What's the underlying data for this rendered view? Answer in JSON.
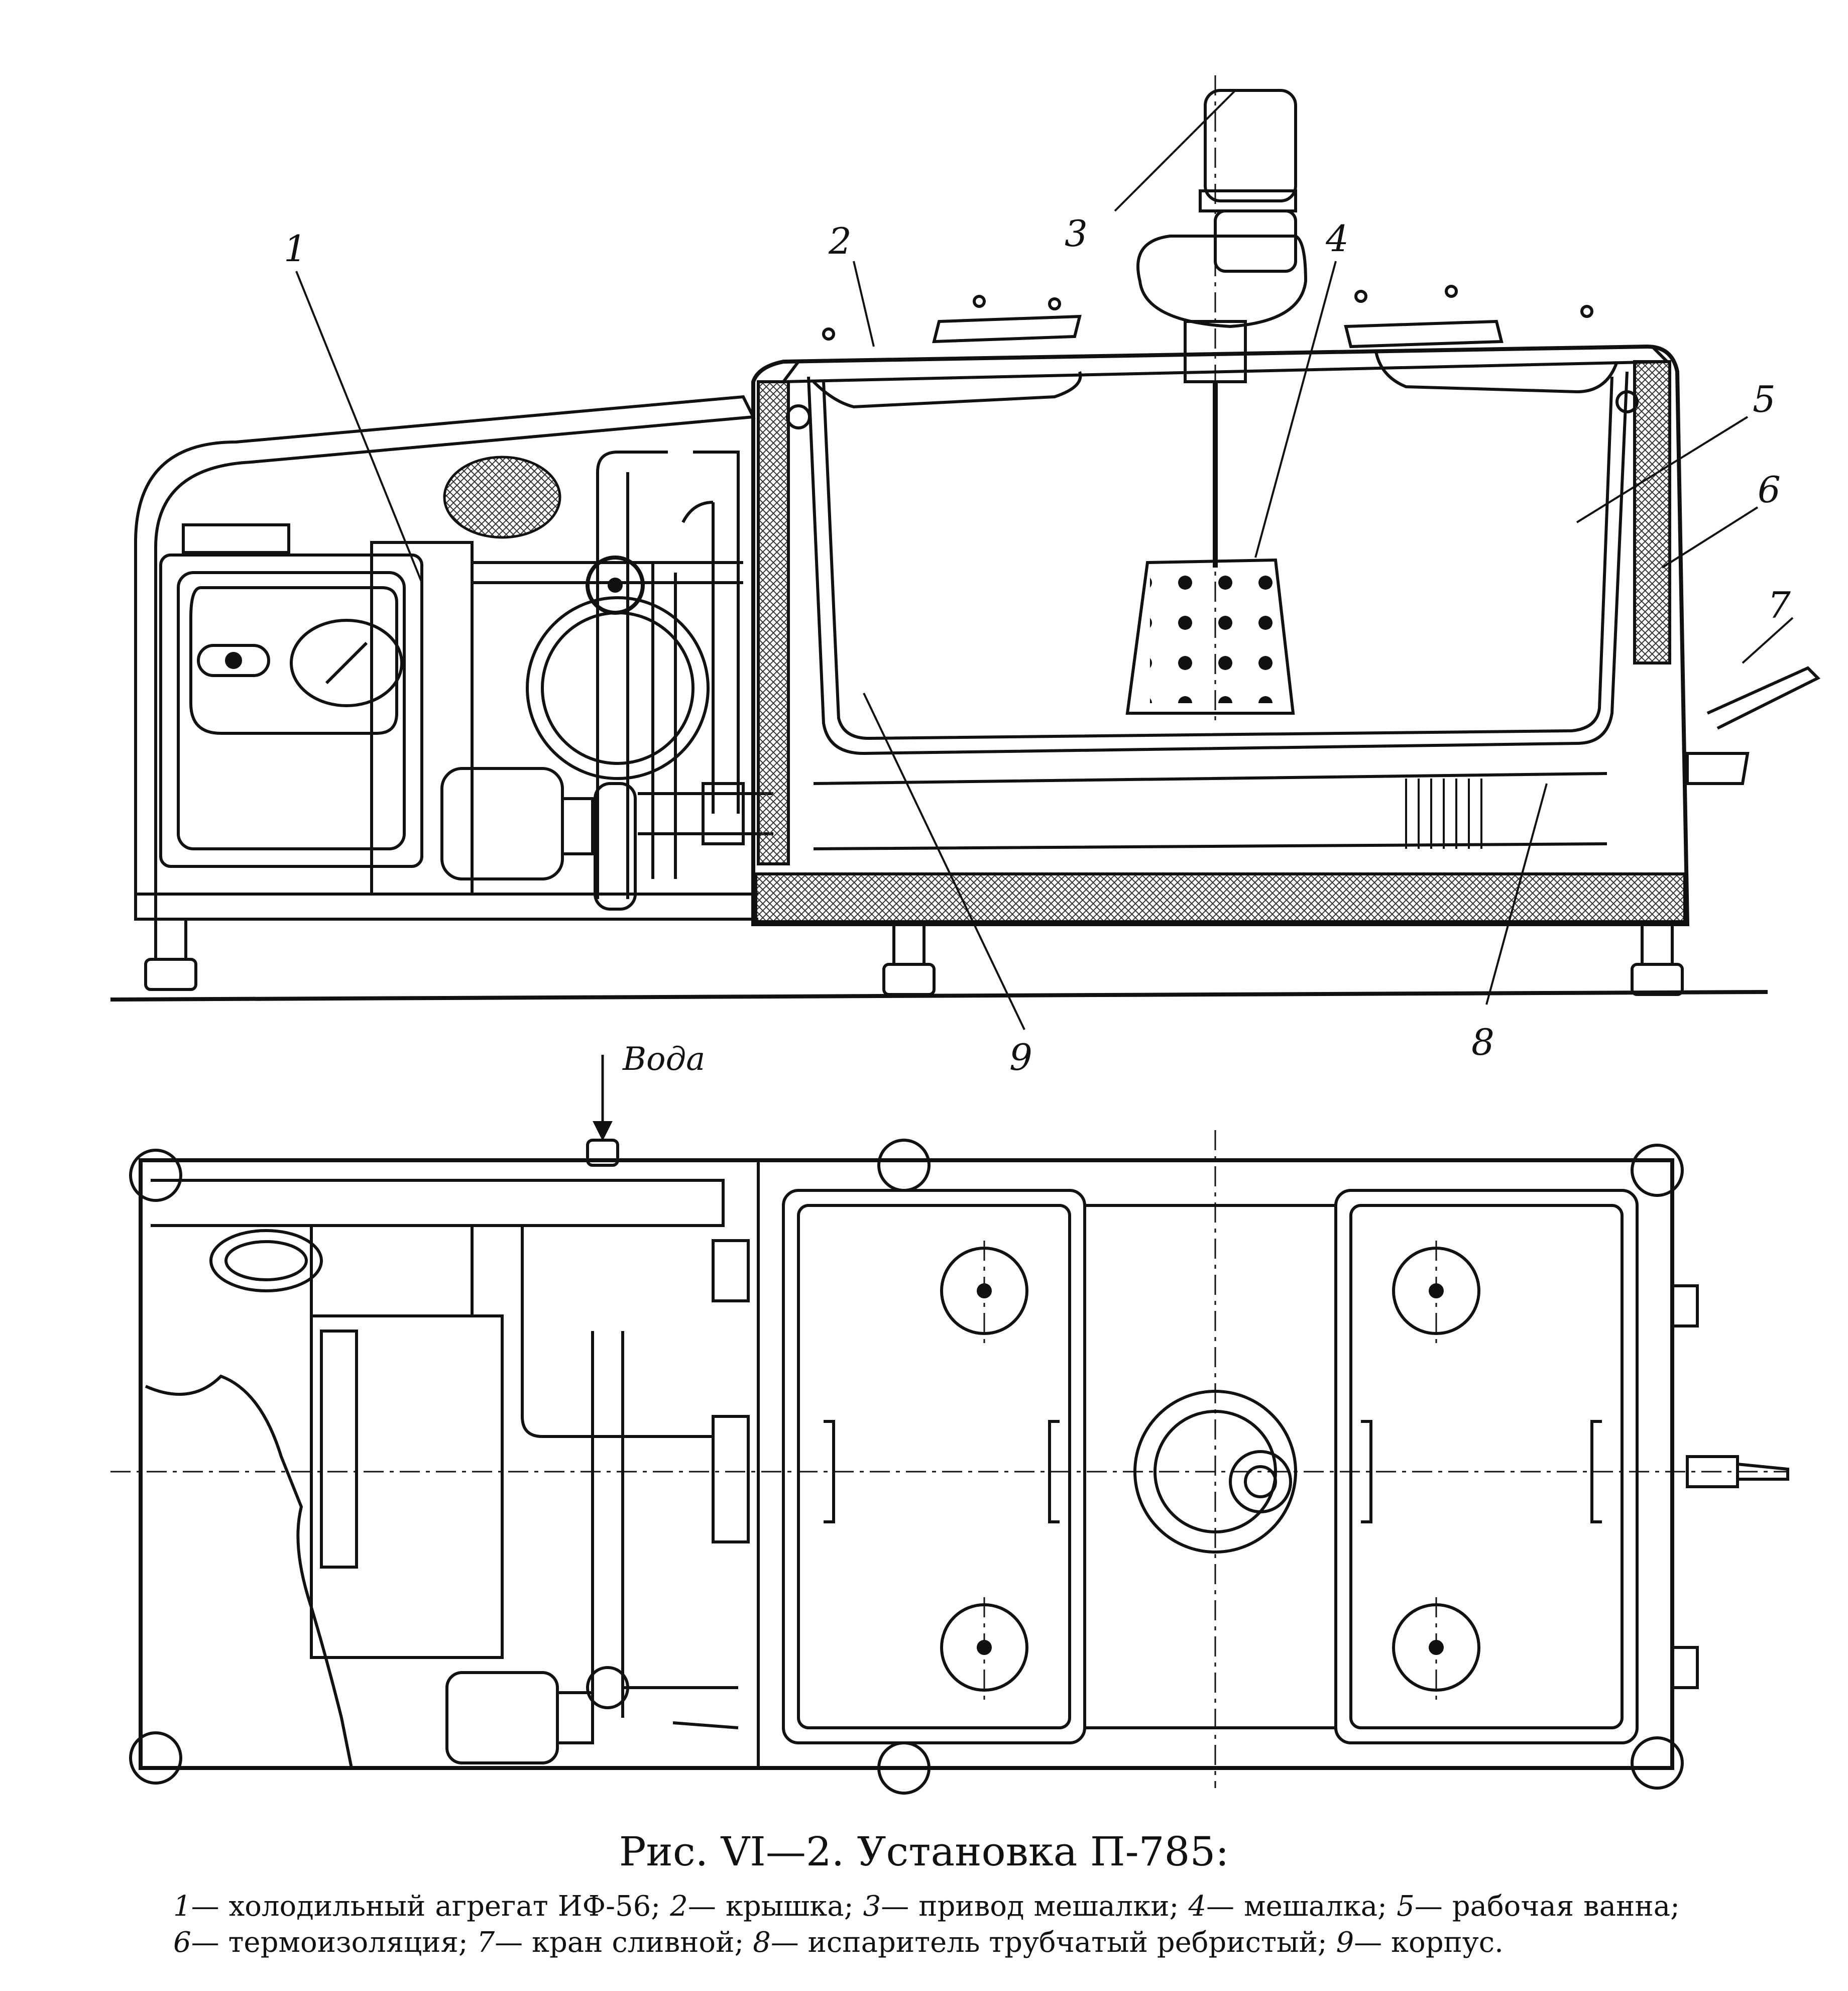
{
  "figure": {
    "callouts": [
      "1",
      "2",
      "3",
      "4",
      "5",
      "6",
      "7",
      "8",
      "9"
    ],
    "water_label": "Вода",
    "caption": "Рис. VI—2. Установка П-785:",
    "legend": [
      {
        "num": "1",
        "text": "— холодильный агрегат ИФ-56;"
      },
      {
        "num": "2",
        "text": "— крышка;"
      },
      {
        "num": "3",
        "text": "— привод мешалки;"
      },
      {
        "num": "4",
        "text": "— мешалка;"
      },
      {
        "num": "5",
        "text": "— рабочая ванна;"
      },
      {
        "num": "6",
        "text": "— термоизоляция;"
      },
      {
        "num": "7",
        "text": "— кран сливной;"
      },
      {
        "num": "8",
        "text": "— испаритель трубчатый ребристый;"
      },
      {
        "num": "9",
        "text": "— корпус."
      }
    ]
  },
  "colors": {
    "ink": "#111111",
    "paper": "#ffffff",
    "hatch": "#555555"
  }
}
